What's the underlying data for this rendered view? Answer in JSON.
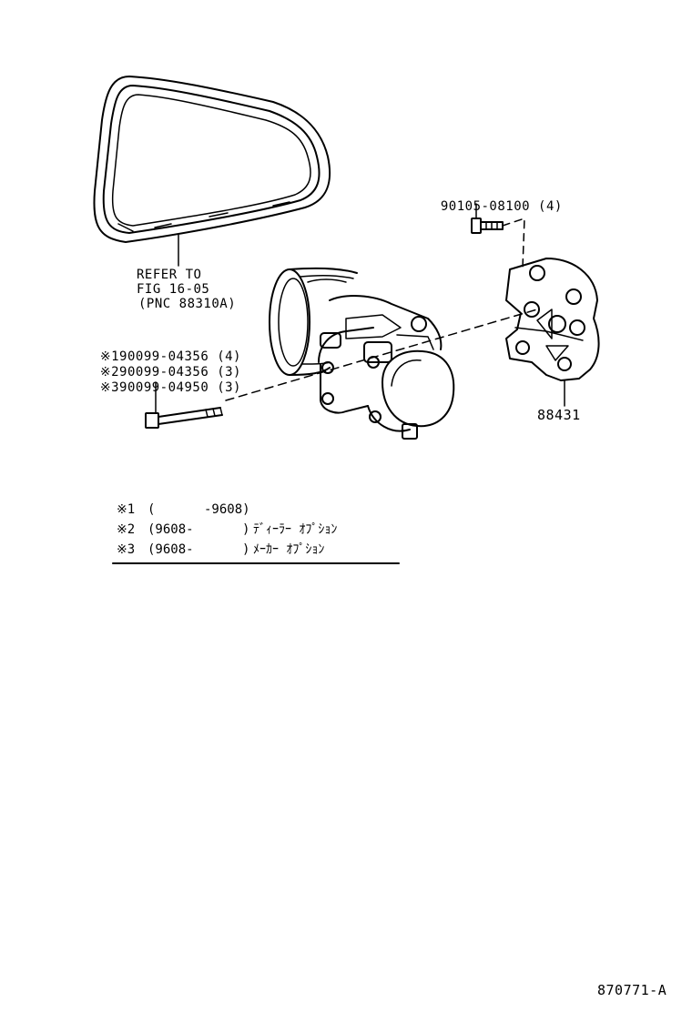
{
  "belt_ref": {
    "line1": "REFER TO",
    "line2": "FIG 16-05",
    "line3": "(PNC 88310A)"
  },
  "bracket_bolt": {
    "part": "90105-08100",
    "qty": "(4)"
  },
  "bracket": {
    "part": "88431"
  },
  "compressor_bolts": [
    {
      "mark": "※1",
      "part": "90099-04356",
      "qty": "(4)"
    },
    {
      "mark": "※2",
      "part": "90099-04356",
      "qty": "(3)"
    },
    {
      "mark": "※3",
      "part": "90099-04950",
      "qty": "(3)"
    }
  ],
  "legend": [
    {
      "mark": "※1",
      "from": "(",
      "to": "-9608)",
      "note": ""
    },
    {
      "mark": "※2",
      "from": "(9608-",
      "to": ")",
      "note": "ﾃﾞｨｰﾗｰ ｵﾌﾟｼｮﾝ"
    },
    {
      "mark": "※3",
      "from": "(9608-",
      "to": ")",
      "note": "ﾒｰｶｰ ｵﾌﾟｼｮﾝ"
    }
  ],
  "diagram_code": "870771-A"
}
